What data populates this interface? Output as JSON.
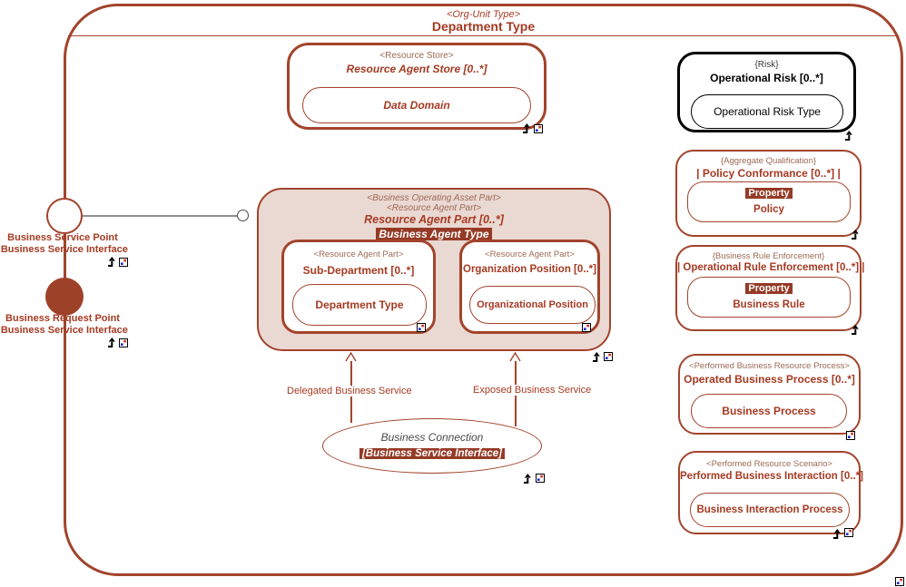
{
  "colors": {
    "border": "#A2442C",
    "text": "#A63A22",
    "stereotype": "#9C6A55",
    "highlight_bg": "#953A26",
    "central_fill": "#EAD8D2",
    "port_fill": "#9E4129",
    "risk_border": "#000000",
    "connector_gray": "#8F8F8F"
  },
  "outer": {
    "stereotype": "<Org-Unit Type>",
    "title": "Department Type"
  },
  "ports": {
    "service": {
      "name": "Business Service Point",
      "interface": ":Business Service Interface"
    },
    "request": {
      "name": "Business Request Point",
      "interface": ":Business Service Interface"
    }
  },
  "resource_store": {
    "stereotype": "<Resource Store>",
    "name": "Resource Agent Store [0..*]",
    "inner": "Data Domain"
  },
  "risk": {
    "stereotype": "{Risk}",
    "name": "Operational Risk [0..*]",
    "inner": "Operational Risk Type"
  },
  "policy": {
    "stereotype": "{Aggregate Qualification}",
    "name": "| Policy Conformance [0..*] |",
    "tag": "Property",
    "inner": "Policy"
  },
  "rule": {
    "stereotype": "{Business Rule Enforcement}",
    "name": "| Operational Rule Enforcement [0..*] |",
    "tag": "Property",
    "inner": "Business Rule"
  },
  "process": {
    "stereotype": "<Performed Business Resource Process>",
    "name": "Operated Business Process [0..*]",
    "inner": "Business Process"
  },
  "interaction": {
    "stereotype": "<Performed Resource Scenario>",
    "name": "Performed Business Interaction [0..*]",
    "inner": "Business Interaction Process"
  },
  "agent_part": {
    "stereotype1": "<Business Operating Asset Part>",
    "stereotype2": "<Resource Agent Part>",
    "name": "Resource Agent Part [0..*]",
    "type": "Business Agent Type",
    "sub_department": {
      "stereotype": "<Resource Agent Part>",
      "name": "Sub-Department [0..*]",
      "inner": "Department Type"
    },
    "org_position": {
      "stereotype": "<Resource Agent Part>",
      "name": "Organization Position [0..*]",
      "inner": "Organizational Position"
    }
  },
  "connection": {
    "name": "Business Connection",
    "interface": "[Business Service Interface]"
  },
  "edges": {
    "delegated": "Delegated Business Service",
    "exposed": "Exposed Business Service"
  }
}
